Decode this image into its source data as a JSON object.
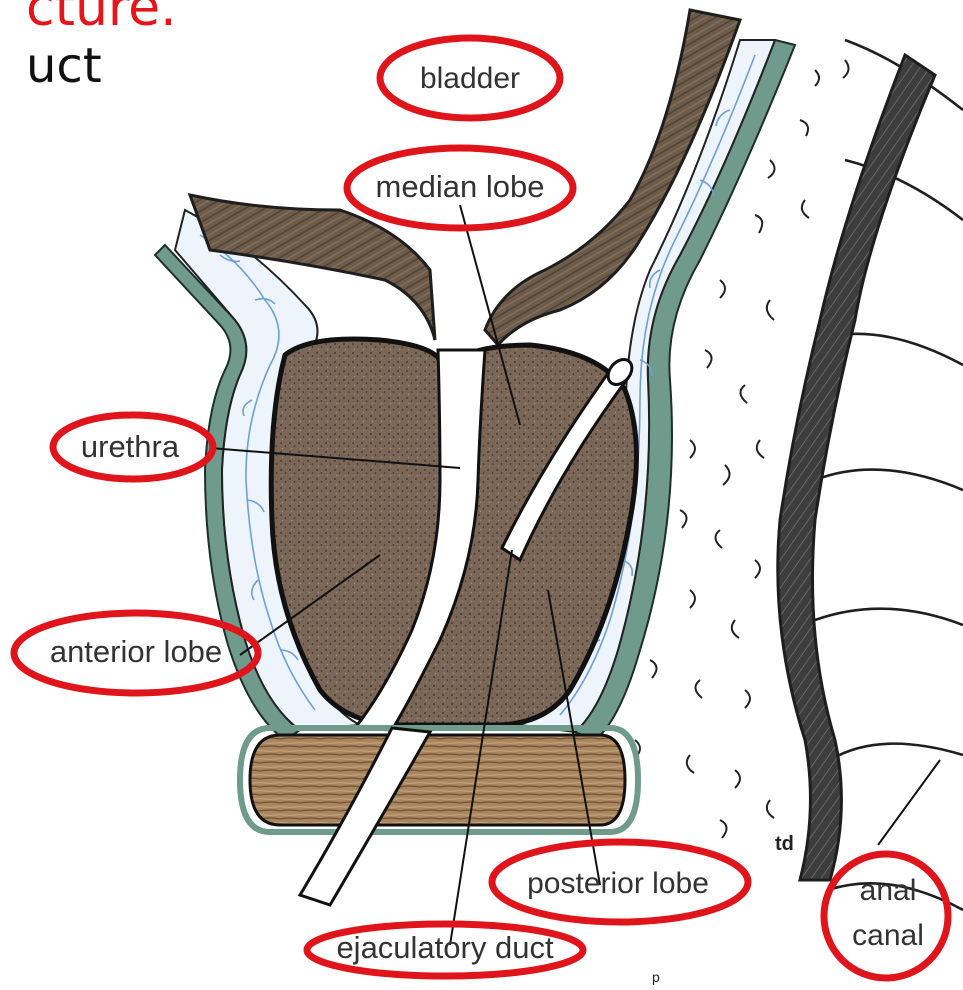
{
  "heading": {
    "line1": "cture.",
    "line2": "uct"
  },
  "labels": {
    "bladder": "bladder",
    "median_lobe": "median lobe",
    "urethra": "urethra",
    "anterior_lobe": "anterior lobe",
    "posterior_lobe": "posterior lobe",
    "ejaculatory_duct": "ejaculatory duct",
    "anal": "anal",
    "canal": "canal",
    "artist_mark": "td"
  },
  "colors": {
    "highlight_ellipse": "#e0141b",
    "heading_red": "#e8141b",
    "prostate_fill": "#7a6757",
    "bladder_wall": "#6b5a4a",
    "capsule_green": "#6f9a8c",
    "vein_blue": "#6e9fd8",
    "rectal_wall": "#3b3b3b",
    "sphincter_tan": "#a9865f"
  }
}
